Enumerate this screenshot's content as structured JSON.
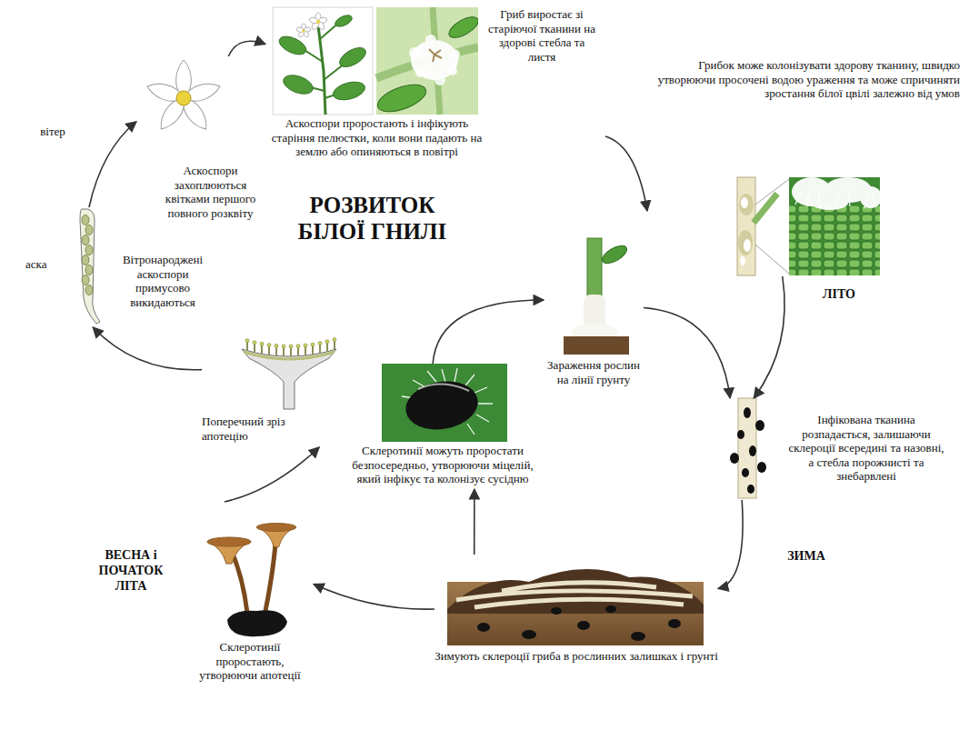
{
  "diagram": {
    "title": "РОЗВИТОК БІЛОЇ ГНИЛІ",
    "nodes": [
      {
        "text": [
          "Поперечний зріз апотецію"
        ]
      },
      {
        "text": [
          "аска",
          "Вітронароджені аскоспори примусово викидаються"
        ]
      },
      {
        "text": [
          "Аскоспори захоплюються квітками першого повного розквіту"
        ]
      },
      {
        "text": [
          "Аскоспори проростають і інфікують старіння пелюстки, коли вони падають на землю або опиняються в повітрі",
          "Гриб виростає зі старіючої тканини на здорові стебла та листя"
        ]
      },
      {
        "text": [
          "Грибок може колонізувати здорову тканину, швидко утворюючи просочені водою ураження та може спричиняти зростання білої цвілі залежно від умов"
        ]
      },
      {
        "text": [
          "Інфікована тканина розпадається, залишаючи склероції всередині та назовні, а стебла порожнисті та знебарвлені"
        ]
      },
      {
        "text": [
          "Зимують склероції гриба в рослинних залишках і грунті"
        ]
      },
      {
        "text": [
          "Склеротинії проростають, утворюючи апотеції"
        ]
      },
      {
        "text": [
          "Склеротинії можуть проростати безпосередньо, утворюючи міцелій, який інфікує та колонізує сусідню"
        ]
      },
      {
        "text": [
          "Зараження рослин на лінії грунту"
        ]
      }
    ],
    "edges": [
      {
        "from": 7,
        "to": 0,
        "arrow": "to"
      },
      {
        "from": 0,
        "to": 1,
        "arrow": "to"
      },
      {
        "from": 1,
        "to": 2,
        "label": "вітер",
        "arrow": "to"
      },
      {
        "from": 2,
        "to": 3,
        "arrow": "to"
      },
      {
        "from": 3,
        "to": 4,
        "arrow": "to"
      },
      {
        "from": 4,
        "to": 5,
        "arrow": "to"
      },
      {
        "from": 5,
        "to": 6,
        "arrow": "to"
      },
      {
        "from": 6,
        "to": 7,
        "arrow": "to"
      },
      {
        "from": 6,
        "to": 8,
        "arrow": "to"
      },
      {
        "from": 8,
        "to": 9,
        "arrow": "to"
      },
      {
        "from": 9,
        "to": 5,
        "arrow": "to"
      }
    ],
    "labels": [
      "ЛІТО",
      "ЗИМА",
      "ВЕСНА і ПОЧАТОК ЛІТА"
    ]
  }
}
